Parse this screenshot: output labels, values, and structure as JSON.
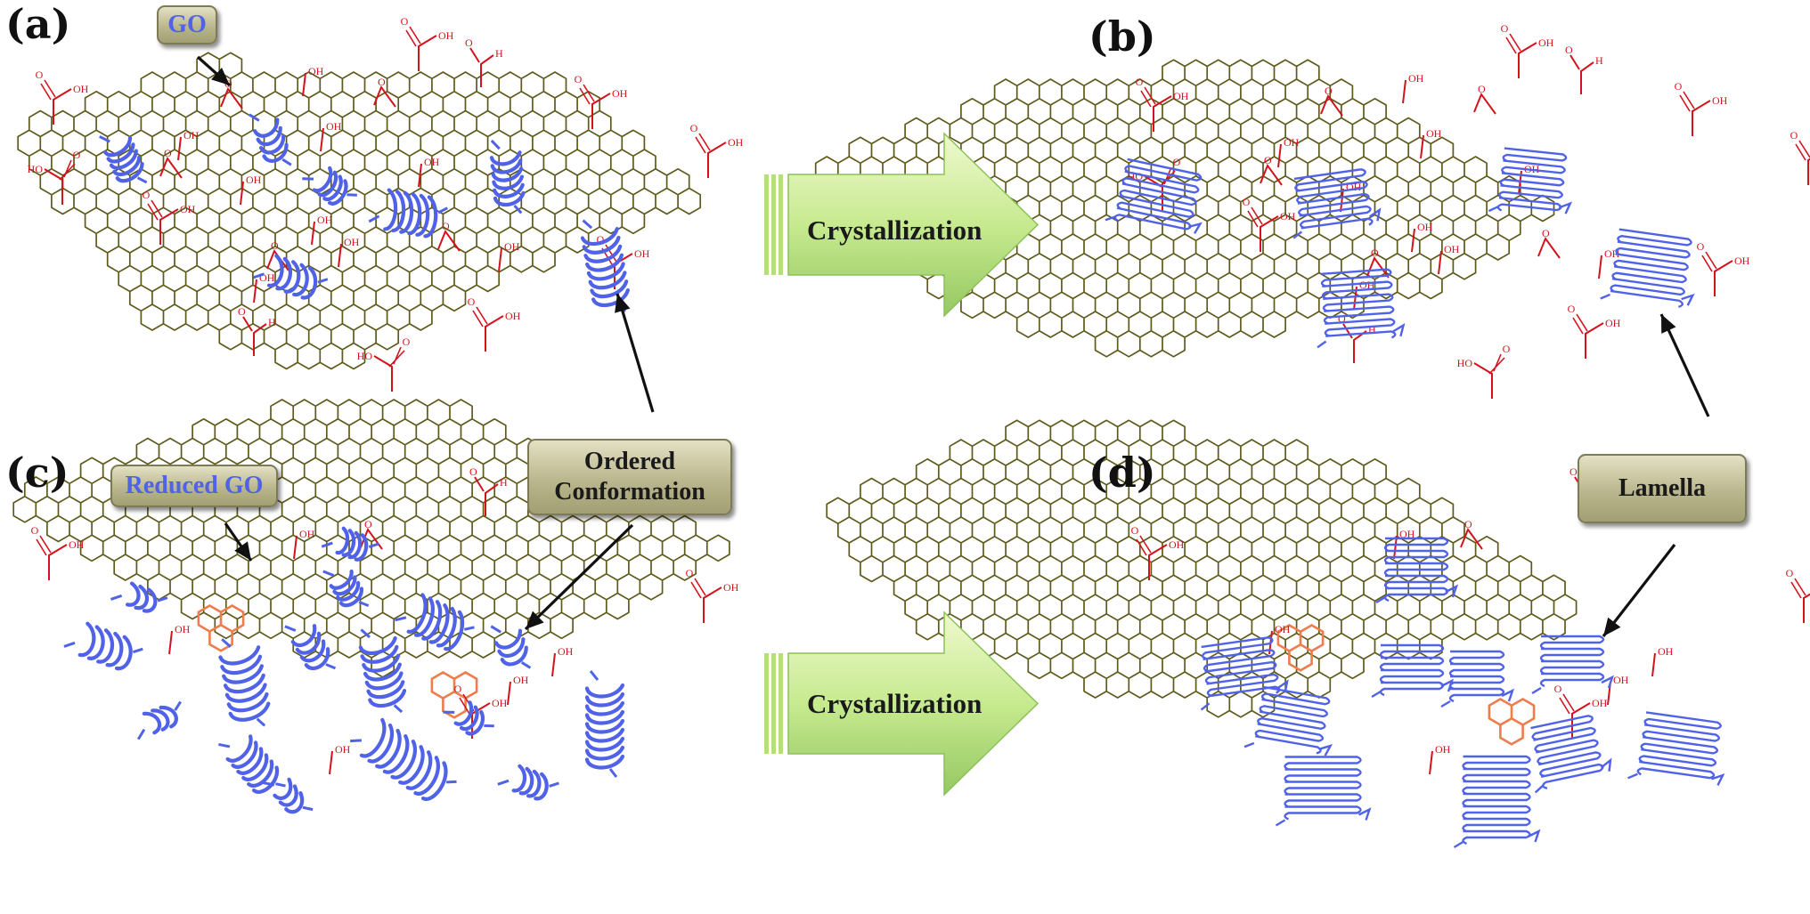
{
  "panels": {
    "a": "(a)",
    "b": "(b)",
    "c": "(c)",
    "d": "(d)"
  },
  "callouts": {
    "go": "GO",
    "reduced_go": "Reduced GO",
    "ordered_line1": "Ordered",
    "ordered_line2": "Conformation",
    "lamella": "Lamella"
  },
  "arrows": {
    "top": "Crystallization",
    "bottom": "Crystallization"
  },
  "chem": {
    "oh": "OH",
    "ho": "HO",
    "o": "O",
    "h": "H"
  },
  "colors": {
    "hexagon": "#5e5a1b",
    "functional_group": "#d3131c",
    "polymer": "#4f62e8",
    "reduced_ring": "#ee7c4c",
    "arrow": "#b4e07c"
  }
}
